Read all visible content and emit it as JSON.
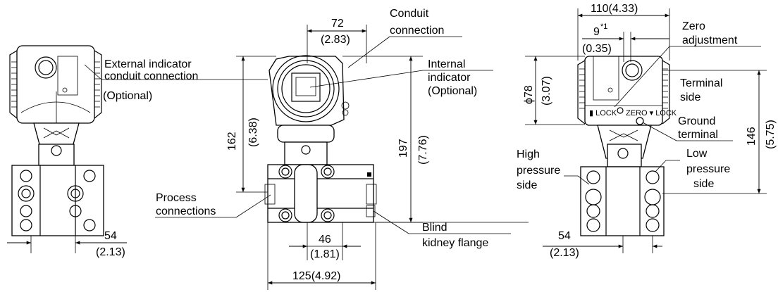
{
  "left_view": {
    "external_indicator_line1": "External indicator",
    "external_indicator_line2": "conduit connection",
    "optional": "(Optional)",
    "dim_mm": "54",
    "dim_in": "(2.13)"
  },
  "center_view": {
    "width_top_mm": "72",
    "width_top_in": "(2.83)",
    "conduit_line1": "Conduit",
    "conduit_line2": "connection",
    "internal_line1": "Internal",
    "internal_line2": "indicator",
    "internal_line3": "(Optional)",
    "height_162_mm": "162",
    "height_162_in": "(6.38)",
    "height_197_mm": "197",
    "height_197_in": "(7.76)",
    "process_line1": "Process",
    "process_line2": "connections",
    "blind_line1": "Blind",
    "blind_line2": "kidney flange",
    "dim_46_mm": "46",
    "dim_46_in": "(1.81)",
    "dim_125": "125(4.92)"
  },
  "right_view": {
    "width_110": "110(4.33)",
    "dim_9": "9",
    "dim_9_note": "*1",
    "dim_9_in": "(0.35)",
    "zero_line1": "Zero",
    "zero_line2": "adjustment",
    "phi78_mm": "ϕ78",
    "phi78_in": "(3.07)",
    "terminal_line1": "Terminal",
    "terminal_line2": "side",
    "ground_line1": "Ground",
    "ground_line2": "terminal",
    "height_146_mm": "146",
    "height_146_in": "(5.75)",
    "high_line1": "High",
    "high_line2": "pressure",
    "high_line3": "side",
    "low_line1": "Low",
    "low_line2": "pressure",
    "low_line3": "side",
    "dim_mm": "54",
    "dim_in": "(2.13)"
  }
}
